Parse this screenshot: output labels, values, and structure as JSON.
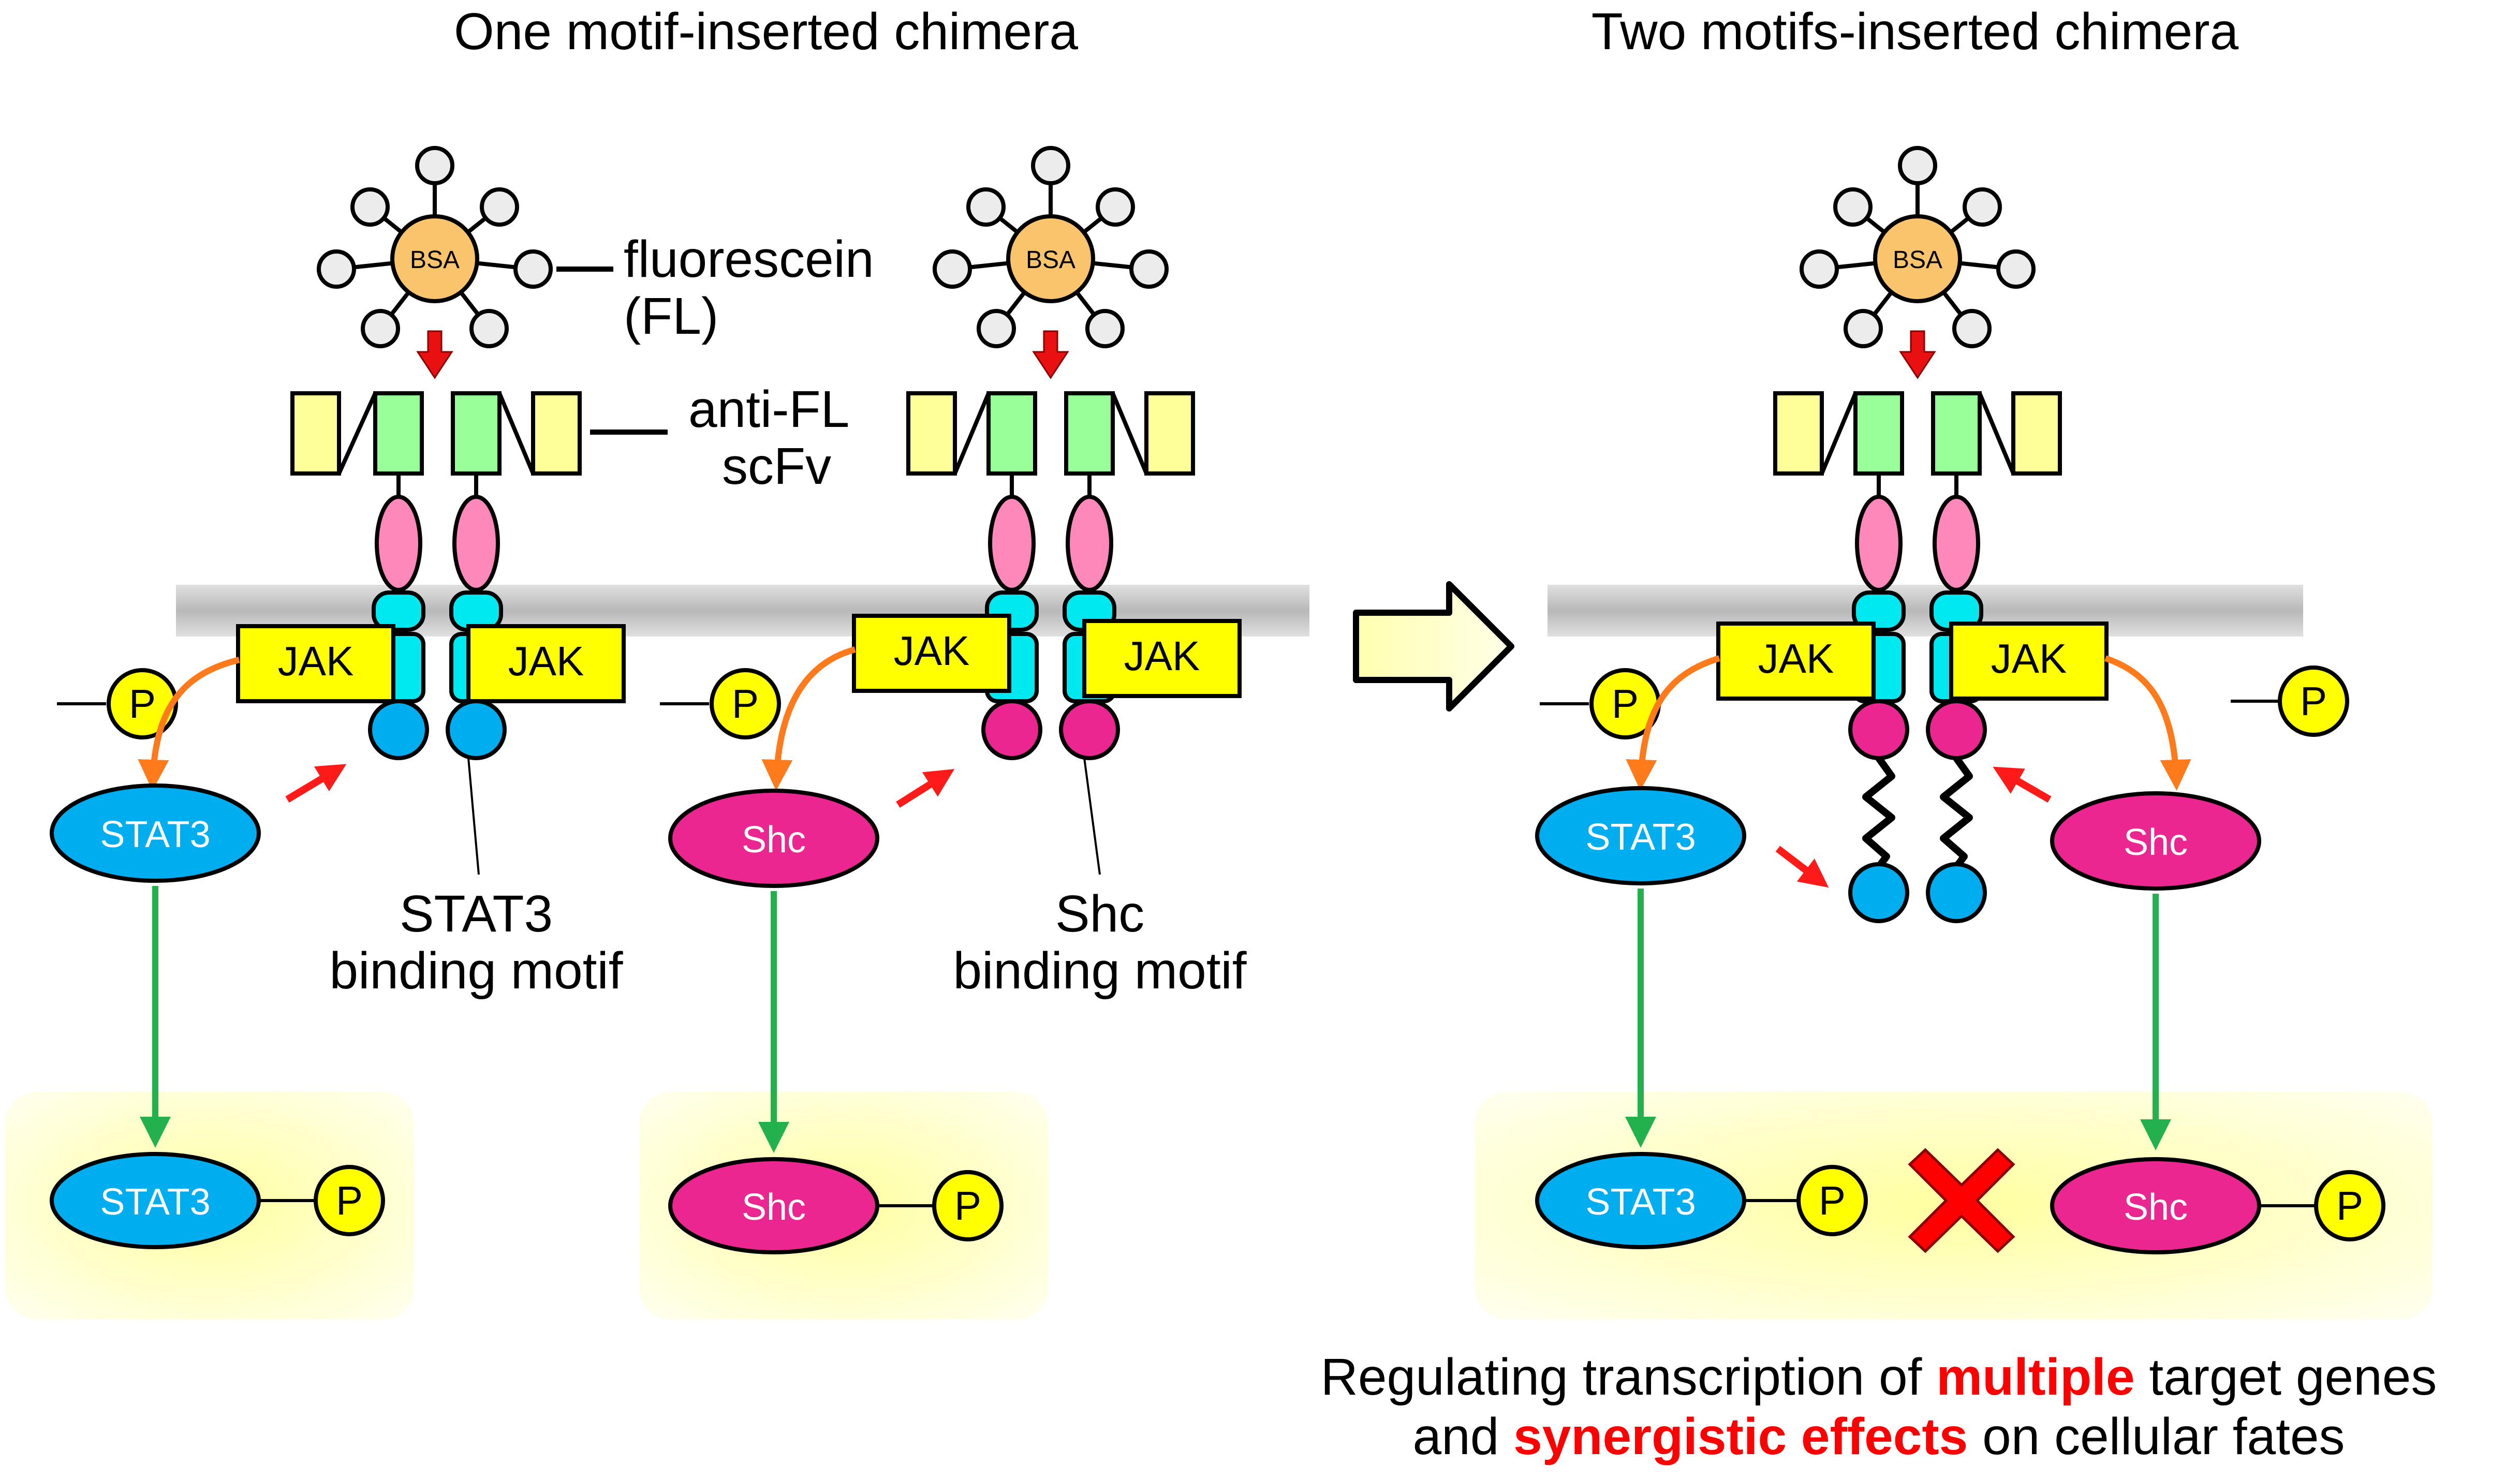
{
  "titles": {
    "left": "One motif-inserted chimera",
    "right": "Two motifs-inserted chimera"
  },
  "labels": {
    "bsa": "BSA",
    "fluorescein_line1": "fluorescein",
    "fluorescein_line2": "(FL)",
    "scfv_line1": "anti-FL",
    "scfv_line2": "scFv",
    "jak": "JAK",
    "p": "P",
    "stat3": "STAT3",
    "shc": "Shc",
    "stat3_motif_line1": "STAT3",
    "stat3_motif_line2": "binding motif",
    "shc_motif_line1": "Shc",
    "shc_motif_line2": "binding motif"
  },
  "caption": {
    "line1_a": "Regulating transcription of ",
    "line1_b": "multiple",
    "line1_c": " target genes",
    "line2_a": "and ",
    "line2_b": "synergistic effects",
    "line2_c": " on cellular fates"
  },
  "colors": {
    "bsa": "#f9c46b",
    "scfv_yellow": "#ffff99",
    "scfv_green": "#99ff99",
    "pink_domain": "#ff88bb",
    "cyan_domain": "#00e8f0",
    "jak": "#ffff00",
    "phosphate": "#ffff00",
    "stat3": "#00aeef",
    "shc": "#ec2690",
    "green_arrow": "#22b14c",
    "orange_arrow": "#ff7a1a",
    "red_arrow": "#ff1a1a",
    "highlight_text": "#ff0000",
    "nucleus_box": "#ffffc0"
  }
}
